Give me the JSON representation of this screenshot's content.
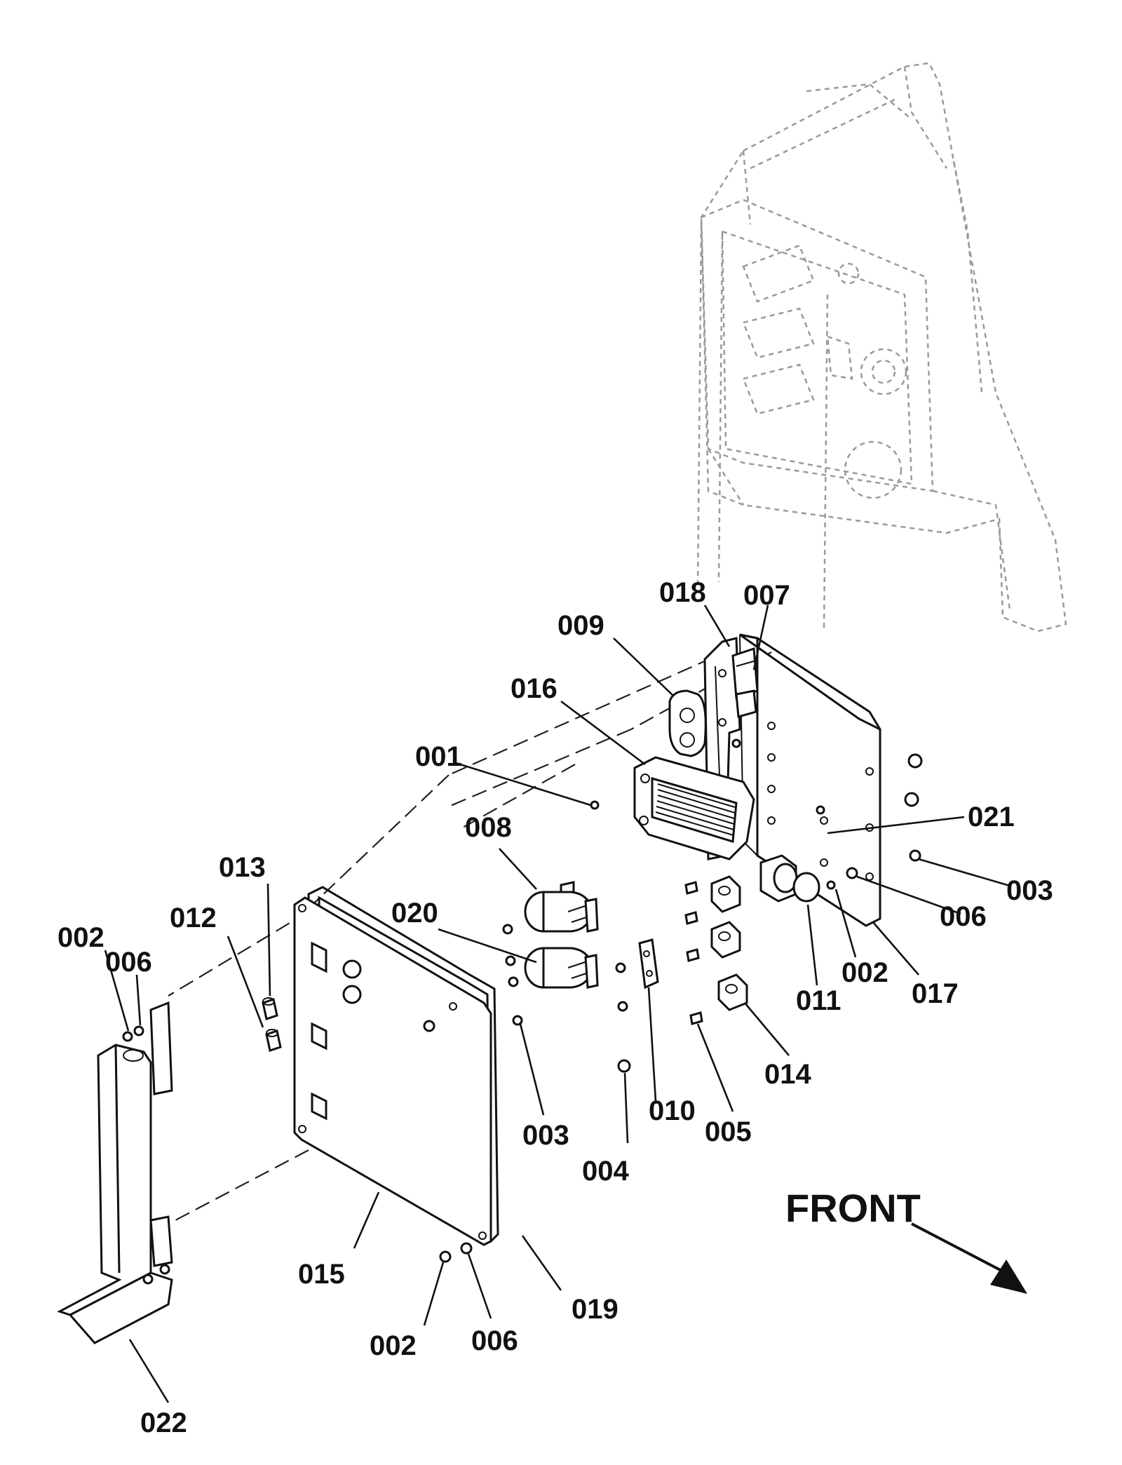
{
  "diagram": {
    "orientation_label": "FRONT",
    "callouts": [
      {
        "id": "c-018",
        "text": "018"
      },
      {
        "id": "c-007",
        "text": "007"
      },
      {
        "id": "c-009",
        "text": "009"
      },
      {
        "id": "c-016",
        "text": "016"
      },
      {
        "id": "c-001",
        "text": "001"
      },
      {
        "id": "c-008",
        "text": "008"
      },
      {
        "id": "c-021",
        "text": "021"
      },
      {
        "id": "c-003a",
        "text": "003"
      },
      {
        "id": "c-006a",
        "text": "006"
      },
      {
        "id": "c-013",
        "text": "013"
      },
      {
        "id": "c-012",
        "text": "012"
      },
      {
        "id": "c-020",
        "text": "020"
      },
      {
        "id": "c-002a",
        "text": "002"
      },
      {
        "id": "c-006b",
        "text": "006"
      },
      {
        "id": "c-002b",
        "text": "002"
      },
      {
        "id": "c-017",
        "text": "017"
      },
      {
        "id": "c-011",
        "text": "011"
      },
      {
        "id": "c-014",
        "text": "014"
      },
      {
        "id": "c-010",
        "text": "010"
      },
      {
        "id": "c-005",
        "text": "005"
      },
      {
        "id": "c-003b",
        "text": "003"
      },
      {
        "id": "c-004",
        "text": "004"
      },
      {
        "id": "c-015",
        "text": "015"
      },
      {
        "id": "c-019",
        "text": "019"
      },
      {
        "id": "c-002c",
        "text": "002"
      },
      {
        "id": "c-006c",
        "text": "006"
      },
      {
        "id": "c-022",
        "text": "022"
      }
    ]
  }
}
